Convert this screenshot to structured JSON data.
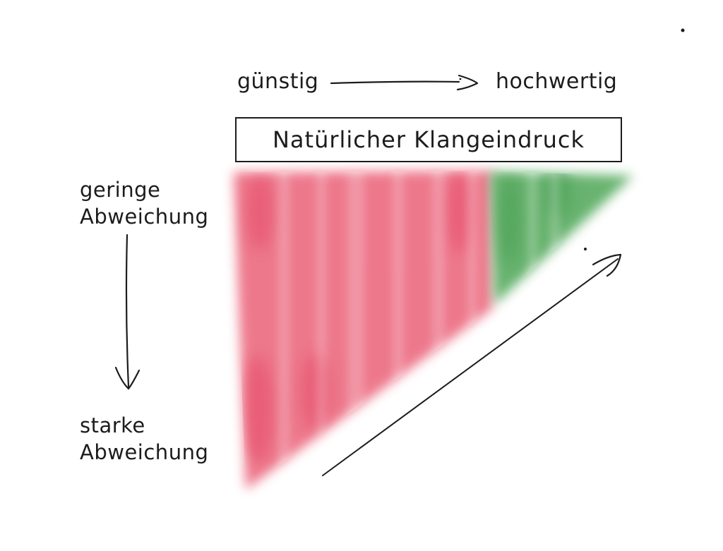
{
  "diagram": {
    "quality_axis": {
      "left": "günstig",
      "right": "hochwertig"
    },
    "title": "Natürlicher Klangeindruck",
    "deviation_axis": {
      "top": [
        "geringe",
        "Abweichung"
      ],
      "bottom": [
        "starke",
        "Abweichung"
      ]
    }
  },
  "colors": {
    "red": "#ec6a80",
    "red_dark": "#e4405f",
    "green": "#5bad63",
    "green_dark": "#459c50",
    "ink": "#1c1c1c",
    "background": "#ffffff"
  }
}
